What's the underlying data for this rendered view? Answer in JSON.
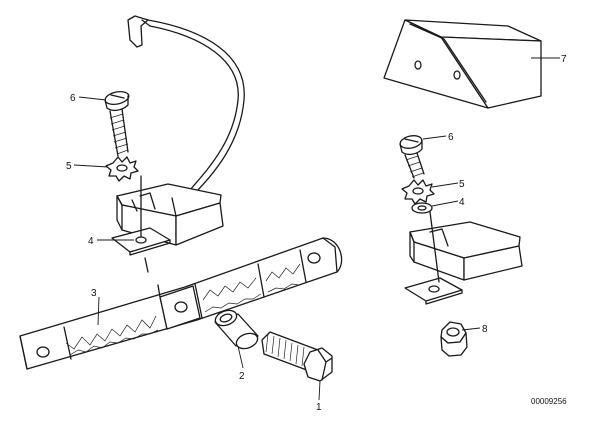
{
  "callouts": {
    "c1": "1",
    "c2": "2",
    "c3": "3",
    "c4_left": "4",
    "c4_right": "4",
    "c5_left": "5",
    "c5_right": "5",
    "c6_left": "6",
    "c6_right": "6",
    "c7": "7",
    "c8": "8"
  },
  "diagram_id": "00009256"
}
